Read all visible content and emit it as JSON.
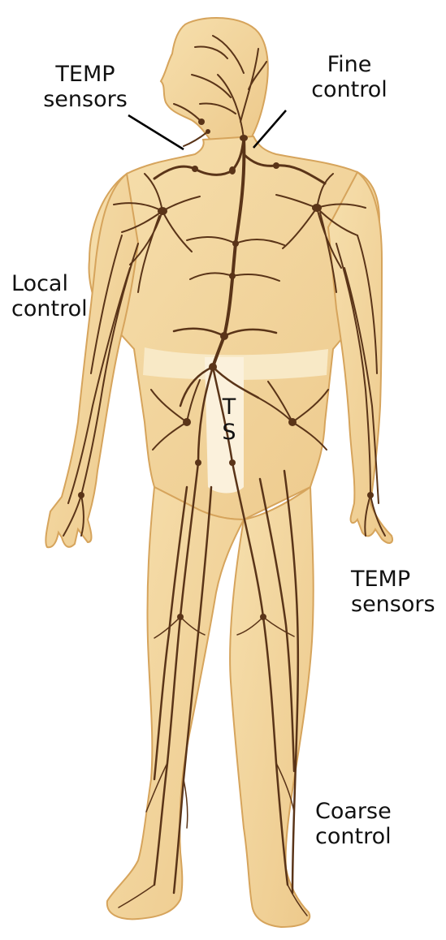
{
  "colors": {
    "skin": "#f3d7a0",
    "skin_light": "#f8e7c1",
    "outline": "#d9a963",
    "vessel": "#5a3418",
    "label_text": "#111111",
    "leader_line": "#000000"
  },
  "labels": {
    "temp_sensors_head": {
      "line1": "TEMP",
      "line2": "sensors"
    },
    "fine_control": {
      "line1": "Fine",
      "line2": "control"
    },
    "local_control": {
      "line1": "Local",
      "line2": "control"
    },
    "ts": {
      "line1": "T",
      "line2": "S"
    },
    "temp_sensors_leg": {
      "line1": "TEMP",
      "line2": "sensors"
    },
    "coarse_control": {
      "line1": "Coarse",
      "line2": "control"
    }
  }
}
